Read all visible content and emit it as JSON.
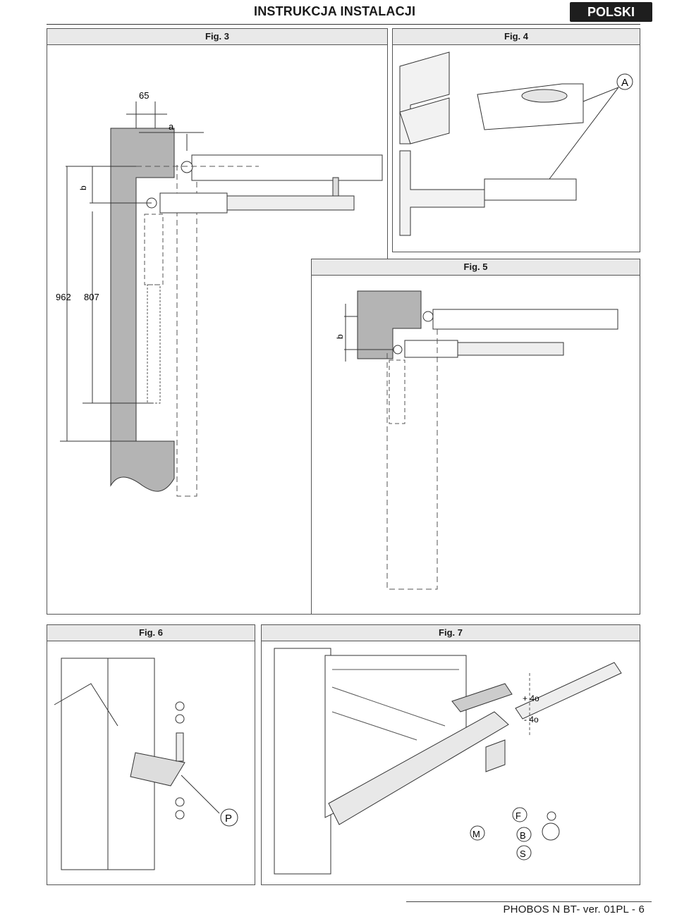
{
  "header": {
    "title": "INSTRUKCJA INSTALACJI",
    "language": "POLSKI"
  },
  "figures": {
    "fig3": {
      "caption": "Fig. 3",
      "dim_65": "65",
      "dim_a": "a",
      "dim_b": "b",
      "dim_962": "962",
      "dim_807": "807"
    },
    "fig4": {
      "caption": "Fig. 4",
      "label_a": "A"
    },
    "fig5": {
      "caption": "Fig. 5",
      "dim_b": "b"
    },
    "fig6": {
      "caption": "Fig. 6",
      "label_p": "P"
    },
    "fig7": {
      "caption": "Fig. 7",
      "plus_angle": "+ 4o",
      "minus_angle": "- 4o",
      "label_f": "F",
      "label_m": "M",
      "label_b": "B",
      "label_s": "S"
    }
  },
  "footer": {
    "text": "PHOBOS N BT- ver. 01PL - 6"
  }
}
